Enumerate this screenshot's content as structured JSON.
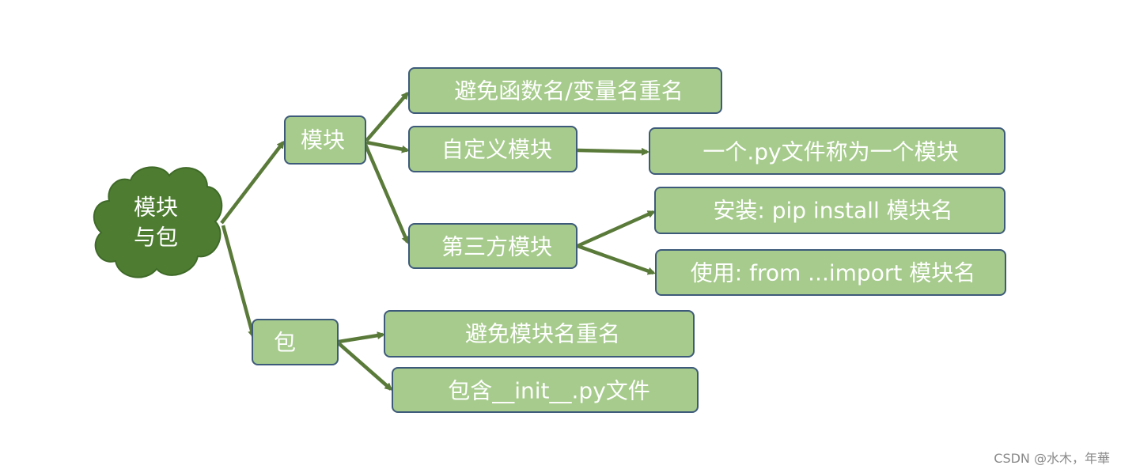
{
  "root": {
    "line1": "模块",
    "line2": "与包"
  },
  "nodes": {
    "module": "模块",
    "package": "包",
    "avoid_name_conflict": "避免函数名/变量名重名",
    "custom_module": "自定义模块",
    "py_file_module": "一个.py文件称为一个模块",
    "third_party_module": "第三方模块",
    "install": "安装:   pip install 模块名",
    "use": "使用: from ...import 模块名",
    "avoid_module_conflict": "避免模块名重名",
    "contains_init": "包含__init__.py文件"
  },
  "colors": {
    "root_fill": "#4e7d32",
    "node_fill": "#a6cb8c",
    "node_border": "#3d5a7a",
    "arrow": "#5a7a3a",
    "text": "#ffffff"
  },
  "watermark": "CSDN @水木，年華"
}
